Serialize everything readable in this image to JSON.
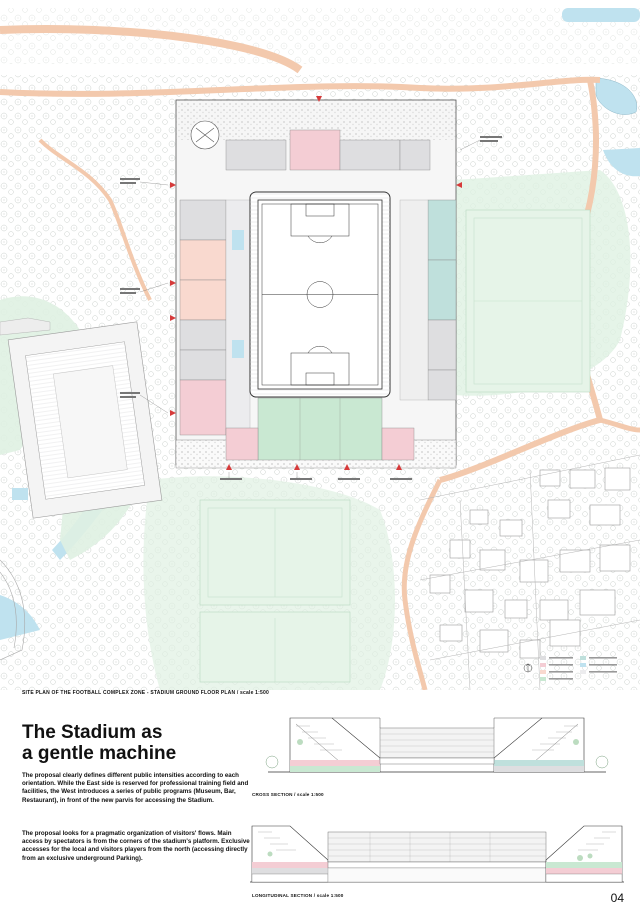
{
  "plan": {
    "caption": "SITE PLAN OF THE FOOTBALL COMPLEX ZONE - STADIUM GROUND FLOOR PLAN / scale 1:500"
  },
  "article": {
    "title_line1": "The Stadium as",
    "title_line2": "a gentle machine",
    "paragraph1": "The proposal clearly defines different public intensities according to each orientation. While the East side is reserved for professional training field and facilities, the West introduces a series of public programs (Museum, Bar, Restaurant), in front of the new parvis for accessing the Stadium.",
    "paragraph2": "The proposal looks for a pragmatic organization of visitors' flows. Main access by spectators is from the corners of the stadium's platform. Exclusive accesses for the local and visitors players from the north (accessing directly from an exclusive underground Parking)."
  },
  "sections": {
    "cross_caption": "CROSS SECTION / scale 1:500",
    "long_caption": "LONGITUDINAL SECTION / scale 1:500"
  },
  "page_number": "04",
  "colors": {
    "path": "#f3c9ad",
    "water": "#bfe2ef",
    "grass": "#dff1e2",
    "pink": "#f4cdd4",
    "green_room": "#c9e8d2",
    "teal_room": "#bfe0dc",
    "grey_room": "#dedee0"
  }
}
